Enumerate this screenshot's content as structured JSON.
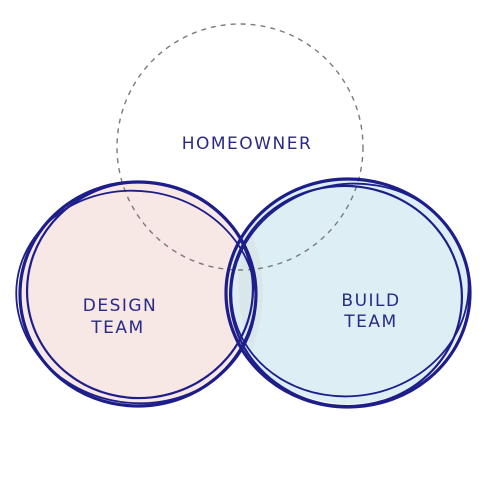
{
  "diagram": {
    "type": "venn",
    "circles": [
      {
        "id": "homeowner",
        "label": "HOMEOWNER",
        "lines": [
          "HOMEOWNER"
        ],
        "style": "dashed",
        "stroke": "#7a7a7a",
        "fill": "none"
      },
      {
        "id": "design-team",
        "label": "DESIGN TEAM",
        "lines": [
          "DESIGN",
          "TEAM"
        ],
        "style": "sketch",
        "stroke": "#1e1e8a",
        "fill": "#f7e6e4"
      },
      {
        "id": "build-team",
        "label": "BUILD TEAM",
        "lines": [
          "BUILD",
          "TEAM"
        ],
        "style": "sketch",
        "stroke": "#1e1e8a",
        "fill": "#dcedf4"
      }
    ]
  },
  "colors": {
    "ink": "#1e1e8a",
    "text": "#2a2a85",
    "background": "#ffffff"
  }
}
